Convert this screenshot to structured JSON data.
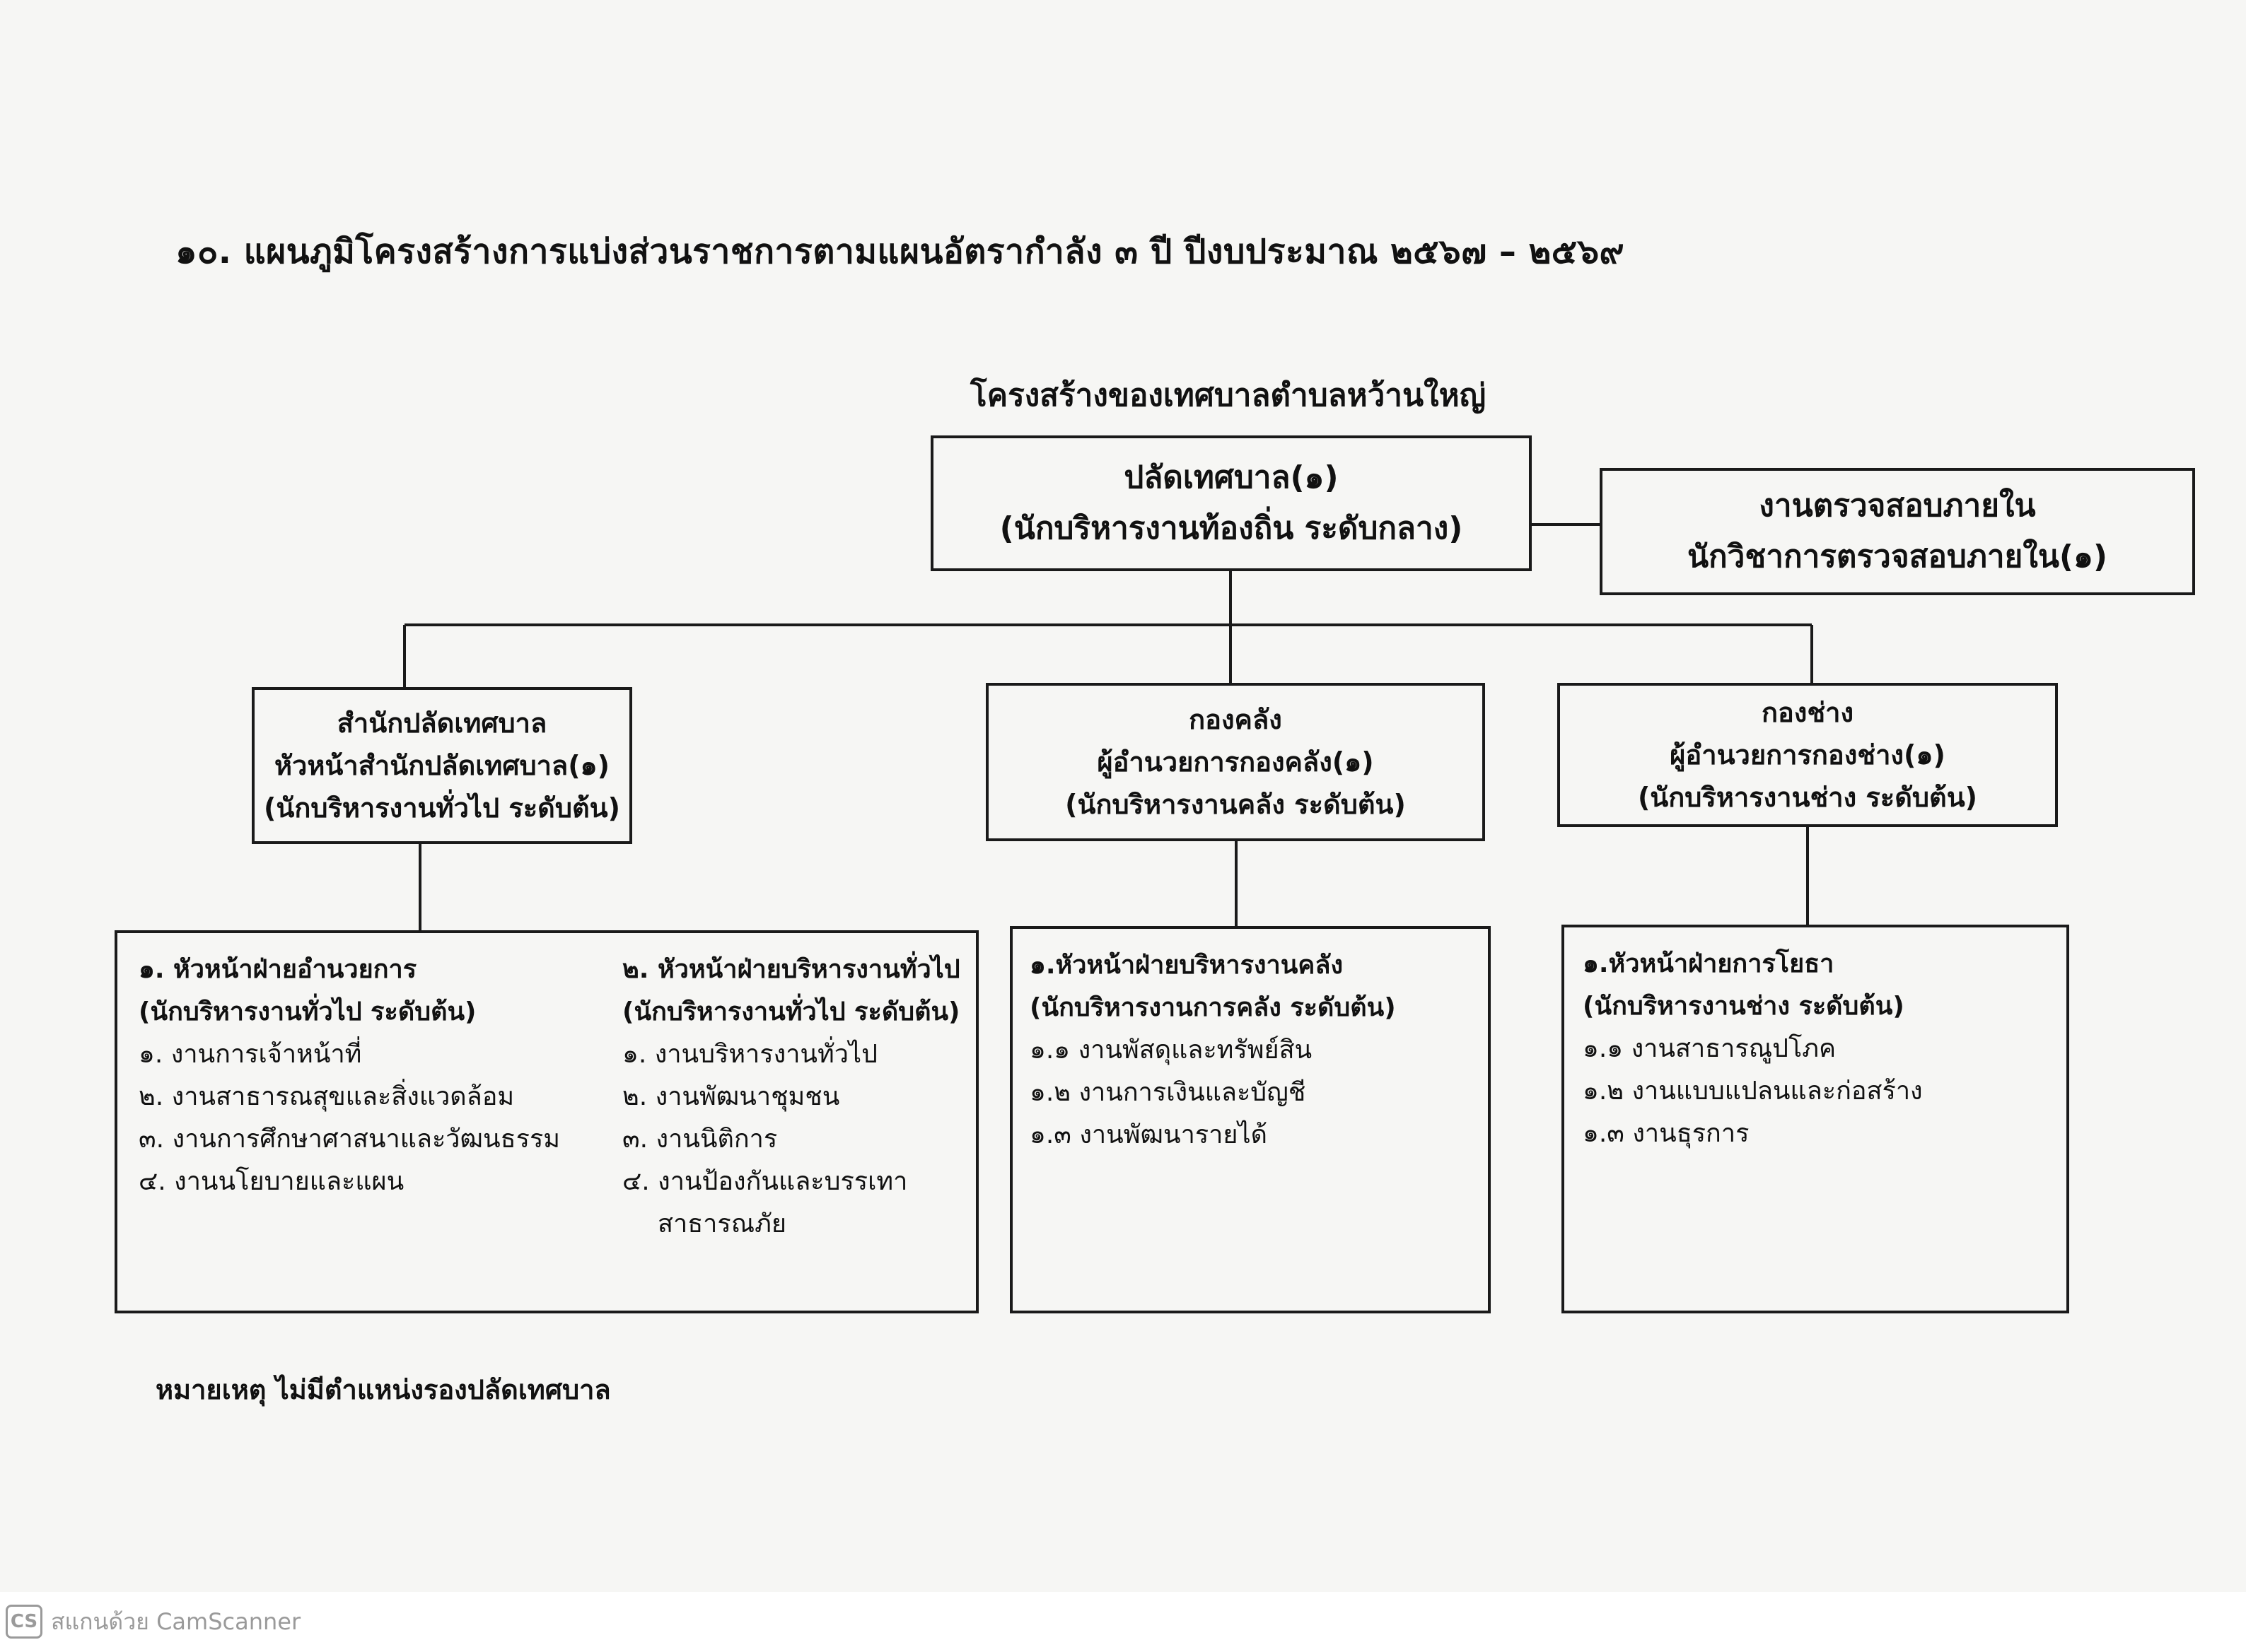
{
  "title": "๑๐. แผนภูมิโครงสร้างการแบ่งส่วนราชการตามแผนอัตรากำลัง  ๓  ปี ปีงบประมาณ ๒๕๖๗ – ๒๕๖๙",
  "subtitle": "โครงสร้างของเทศบาลตำบลหว้านใหญ่",
  "top": {
    "line1": "ปลัดเทศบาล(๑)",
    "line2": "(นักบริหารงานท้องถิ่น ระดับกลาง)"
  },
  "audit": {
    "line1": "งานตรวจสอบภายใน",
    "line2": "นักวิชาการตรวจสอบภายใน(๑)"
  },
  "divisions": [
    {
      "line1": "สำนักปลัดเทศบาล",
      "line2": "หัวหน้าสำนักปลัดเทศบาล(๑)",
      "line3": "(นักบริหารงานทั่วไป ระดับต้น)"
    },
    {
      "line1": "กองคลัง",
      "line2": "ผู้อำนวยการกองคลัง(๑)",
      "line3": "(นักบริหารงานคลัง ระดับต้น)"
    },
    {
      "line1": "กองช่าง",
      "line2": "ผู้อำนวยการกองช่าง(๑)",
      "line3": "(นักบริหารงานช่าง ระดับต้น)"
    }
  ],
  "sections": {
    "admin_a": {
      "head1": "๑. หัวหน้าฝ่ายอำนวยการ",
      "head2": "(นักบริหารงานทั่วไป ระดับต้น)",
      "items": [
        "๑. งานการเจ้าหน้าที่",
        "๒. งานสาธารณสุขและสิ่งแวดล้อม",
        "๓. งานการศึกษาศาสนาและวัฒนธรรม",
        "๔. งานนโยบายและแผน"
      ]
    },
    "admin_b": {
      "head1": "๒. หัวหน้าฝ่ายบริหารงานทั่วไป",
      "head2": "(นักบริหารงานทั่วไป ระดับต้น)",
      "items": [
        "๑. งานบริหารงานทั่วไป",
        "๒. งานพัฒนาชุมชน",
        "๓. งานนิติการ"
      ],
      "item4_line1": "๔. งานป้องกันและบรรเทา",
      "item4_line2": "สาธารณภัย"
    },
    "finance": {
      "head1": "๑.หัวหน้าฝ่ายบริหารงานคลัง",
      "head2": "(นักบริหารงานการคลัง ระดับต้น)",
      "items": [
        "๑.๑  งานพัสดุและทรัพย์สิน",
        "๑.๒  งานการเงินและบัญชี",
        "๑.๓  งานพัฒนารายได้"
      ]
    },
    "works": {
      "head1": "๑.หัวหน้าฝ่ายการโยธา",
      "head2": "(นักบริหารงานช่าง ระดับต้น)",
      "items": [
        "๑.๑ งานสาธารณูปโภค",
        "๑.๒ งานแบบแปลนและก่อสร้าง",
        "๑.๓ งานธุรการ"
      ]
    }
  },
  "note": "หมายเหตุ  ไม่มีตำแหน่งรองปลัดเทศบาล",
  "watermark": {
    "logo": "CS",
    "text": "สแกนด้วย CamScanner"
  }
}
